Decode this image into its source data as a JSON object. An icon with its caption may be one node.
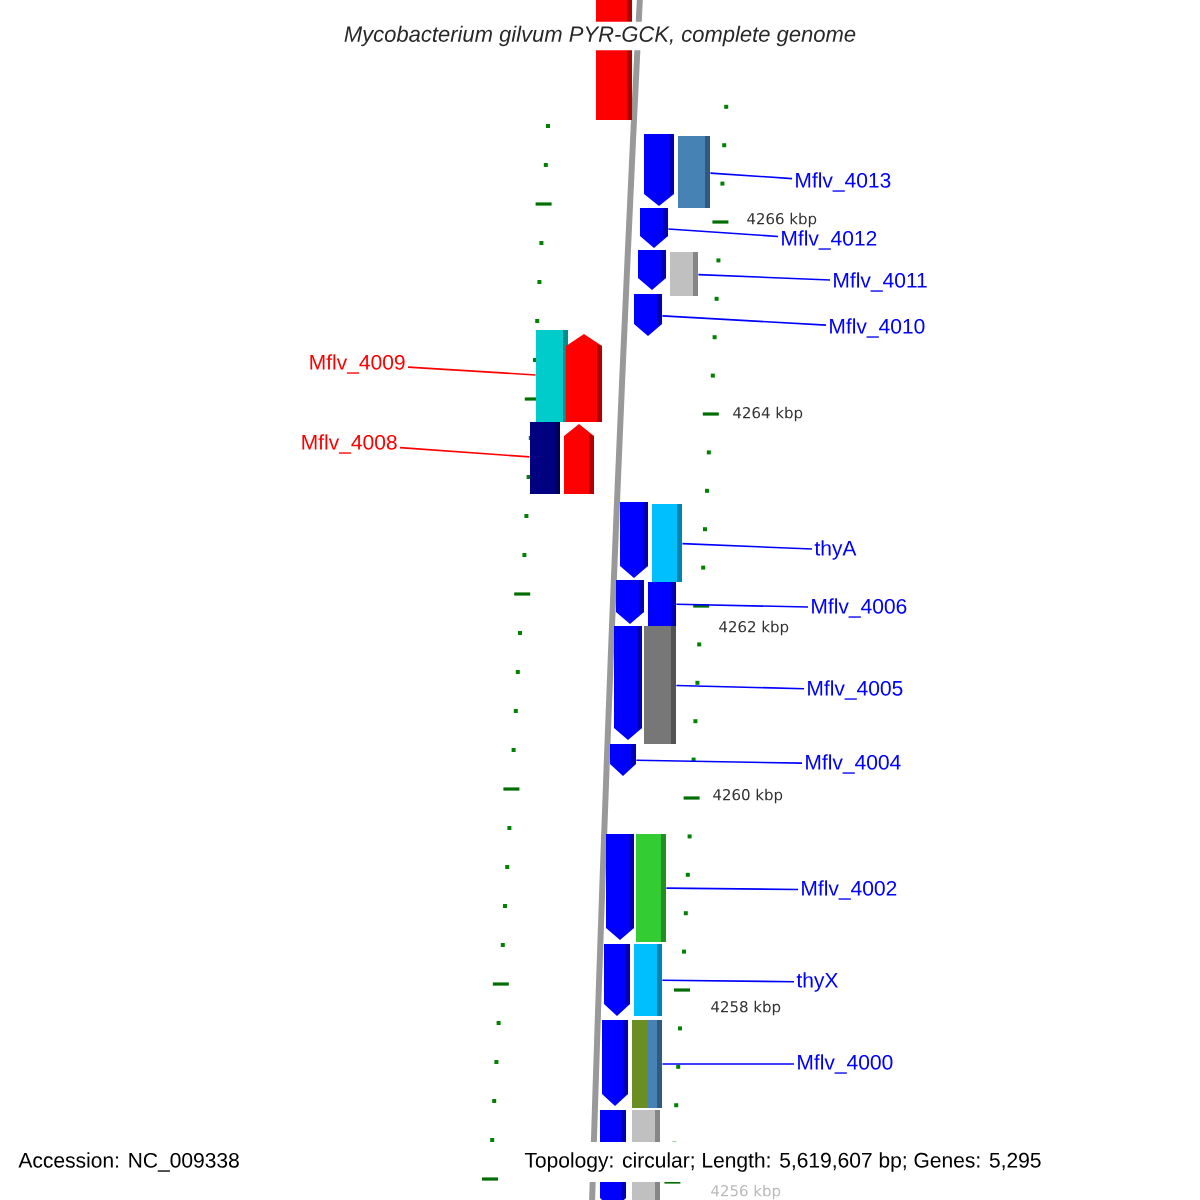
{
  "diagram": {
    "title": "Mycobacterium gilvum PYR-GCK, complete genome",
    "nodes": [
      {
        "text": [
          "Mflv_4013"
        ]
      },
      {
        "text": [
          "Mflv_4012"
        ]
      },
      {
        "text": [
          "Mflv_4011"
        ]
      },
      {
        "text": [
          "Mflv_4010"
        ]
      },
      {
        "text": [
          "Mflv_4009"
        ]
      },
      {
        "text": [
          "Mflv_4008"
        ]
      },
      {
        "text": [
          "thyA"
        ]
      },
      {
        "text": [
          "Mflv_4006"
        ]
      },
      {
        "text": [
          "Mflv_4005"
        ]
      },
      {
        "text": [
          "Mflv_4004"
        ]
      },
      {
        "text": [
          "Mflv_4002"
        ]
      },
      {
        "text": [
          "thyX"
        ]
      },
      {
        "text": [
          "Mflv_4000"
        ]
      },
      {
        "text": [],
        "shape": "box"
      },
      {
        "text": [],
        "shape": "box"
      },
      {
        "text": [],
        "shape": "box"
      },
      {
        "text": [],
        "shape": "arrow"
      },
      {
        "text": [],
        "shape": "arrow"
      },
      {
        "text": [],
        "shape": "arrow"
      },
      {
        "text": [],
        "shape": "arrow"
      },
      {
        "text": [],
        "shape": "arrow"
      },
      {
        "text": [],
        "shape": "arrow"
      },
      {
        "text": [],
        "shape": "arrow"
      },
      {
        "text": [],
        "shape": "arrow"
      },
      {
        "text": [],
        "shape": "arrow"
      },
      {
        "text": [],
        "shape": "arrow"
      },
      {
        "text": [],
        "shape": "arrow"
      },
      {
        "text": [],
        "shape": "arrow"
      },
      {
        "text": [],
        "shape": "arrow"
      },
      {
        "text": [],
        "shape": "arrow"
      },
      {
        "text": [],
        "shape": "box"
      },
      {
        "text": [],
        "shape": "box"
      },
      {
        "text": [],
        "shape": "box"
      },
      {
        "text": [],
        "shape": "box"
      },
      {
        "text": [],
        "shape": "box"
      },
      {
        "text": [],
        "shape": "box"
      },
      {
        "text": [],
        "shape": "box"
      },
      {
        "text": [],
        "shape": "box"
      },
      {
        "text": [],
        "shape": "box"
      }
    ],
    "edges": [
      {
        "from": 0,
        "to": 30,
        "arrow": "none"
      },
      {
        "from": 1,
        "to": 19,
        "arrow": "none"
      },
      {
        "from": 2,
        "to": 31,
        "arrow": "none"
      },
      {
        "from": 3,
        "to": 21,
        "arrow": "none"
      },
      {
        "from": 4,
        "to": 14,
        "arrow": "none",
        "color": "#ff0000"
      },
      {
        "from": 5,
        "to": 15,
        "arrow": "none",
        "color": "#ff0000"
      },
      {
        "from": 6,
        "to": 32,
        "arrow": "none"
      },
      {
        "from": 7,
        "to": 33,
        "arrow": "none"
      },
      {
        "from": 8,
        "to": 34,
        "arrow": "none"
      },
      {
        "from": 9,
        "to": 25,
        "arrow": "none"
      },
      {
        "from": 10,
        "to": 35,
        "arrow": "none"
      },
      {
        "from": 11,
        "to": 36,
        "arrow": "none"
      },
      {
        "from": 12,
        "to": 37,
        "arrow": "none"
      }
    ],
    "labels": [
      "4266 kbp",
      "4264 kbp",
      "4262 kbp",
      "4260 kbp",
      "4258 kbp",
      "4256 kbp",
      "Accession: NC_009338",
      "Topology: circular; Length: 5,619,607 bp; Genes: 5,295"
    ]
  }
}
